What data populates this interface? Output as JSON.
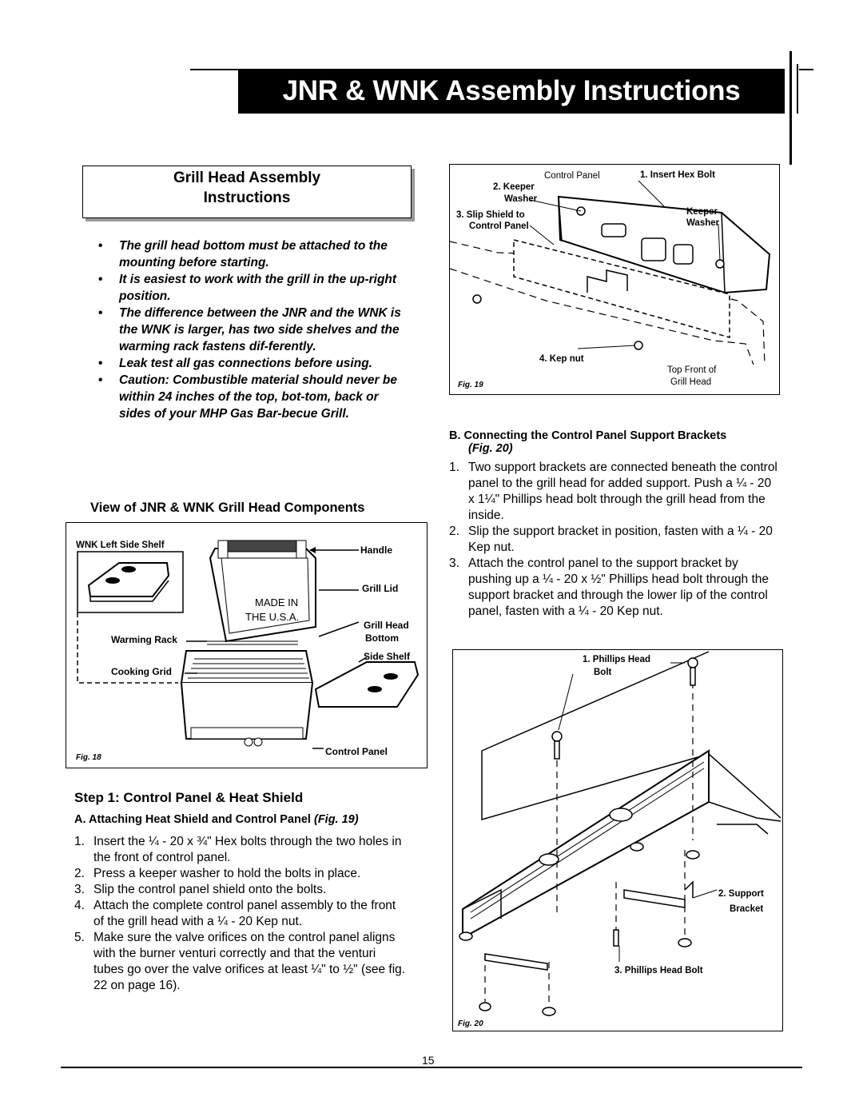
{
  "header": {
    "title": "JNR & WNK Assembly Instructions"
  },
  "section": {
    "title_line1": "Grill Head Assembly",
    "title_line2": "Instructions"
  },
  "bullets": [
    "The grill head bottom must be attached to the mounting before starting.",
    "It is easiest to work with the grill in the up-right position.",
    "The difference between the JNR and the WNK is the WNK is larger, has two side shelves and the warming rack fastens dif-ferently.",
    "Leak test all gas connections before using.",
    "Caution: Combustible material should never be within 24 inches of the top, bot-tom, back or sides of your MHP Gas Bar-becue Grill."
  ],
  "components_heading": "View of JNR & WNK Grill Head Components",
  "fig18": {
    "caption": "Fig. 18",
    "labels": {
      "shelf": "WNK Left Side Shelf",
      "handle": "Handle",
      "lid": "Grill Lid",
      "head_bottom_1": "Grill Head",
      "head_bottom_2": "Bottom",
      "side_shelf": "Side Shelf",
      "warming_rack": "Warming Rack",
      "cooking_grid": "Cooking Grid",
      "control_panel": "Control Panel",
      "made_in_1": "MADE IN",
      "made_in_2": "THE U.S.A."
    }
  },
  "step1": {
    "heading": "Step 1: Control Panel & Heat Shield",
    "sub_prefix": "A.",
    "sub_heading": "Attaching Heat Shield and Control Panel",
    "sub_fig": "(Fig. 19)",
    "items": [
      {
        "num": "1.",
        "text": "Insert the ¼ - 20 x ¾\" Hex bolts through the two holes in the front of control panel."
      },
      {
        "num": "2.",
        "text": "Press a keeper washer to hold the bolts in place."
      },
      {
        "num": "3.",
        "text": "Slip the control panel shield onto the bolts."
      },
      {
        "num": "4.",
        "text": "Attach the complete control panel assembly to the front of the grill head with a ¼ - 20 Kep nut."
      },
      {
        "num": "5.",
        "text": "Make sure the valve orifices on the control panel aligns with the burner venturi correctly and that the venturi tubes go over the valve orifices at least ¼\" to ½\" (see fig. 22 on page 16)."
      }
    ]
  },
  "fig19": {
    "caption": "Fig. 19",
    "labels": {
      "control_panel": "Control Panel",
      "insert_hex": "1. Insert Hex Bolt",
      "keeper_1": "2. Keeper",
      "keeper_2": "Washer",
      "slip_1": "3. Slip Shield to",
      "slip_2": "Control Panel",
      "keeper_r1": "Keeper",
      "keeper_r2": "Washer",
      "kep_nut": "4. Kep nut",
      "top_front_1": "Top Front of",
      "top_front_2": "Grill Head"
    }
  },
  "sectionB": {
    "heading": "B. Connecting the Control Panel Support Brackets",
    "fig_ref": "(Fig. 20)",
    "items": [
      {
        "num": "1.",
        "text": "Two support brackets are connected beneath the control panel to the grill head for added support. Push a ¼ - 20 x 1¼\" Phillips head bolt through the grill head from the inside."
      },
      {
        "num": "2.",
        "text": "Slip the support bracket in position, fasten with a ¼ - 20 Kep nut."
      },
      {
        "num": "3.",
        "text": "Attach the control panel to the support bracket by pushing up a ¼ - 20 x ½\" Phillips head bolt through the support bracket and through the lower lip of the control panel, fasten with a ¼ - 20 Kep nut."
      }
    ]
  },
  "fig20": {
    "caption": "Fig. 20",
    "labels": {
      "phillips_1": "1. Phillips Head",
      "phillips_2": "Bolt",
      "support_1": "2. Support",
      "support_2": "Bracket",
      "phillips_bolt": "3. Phillips Head Bolt"
    }
  },
  "footer": {
    "page_number": "15"
  }
}
